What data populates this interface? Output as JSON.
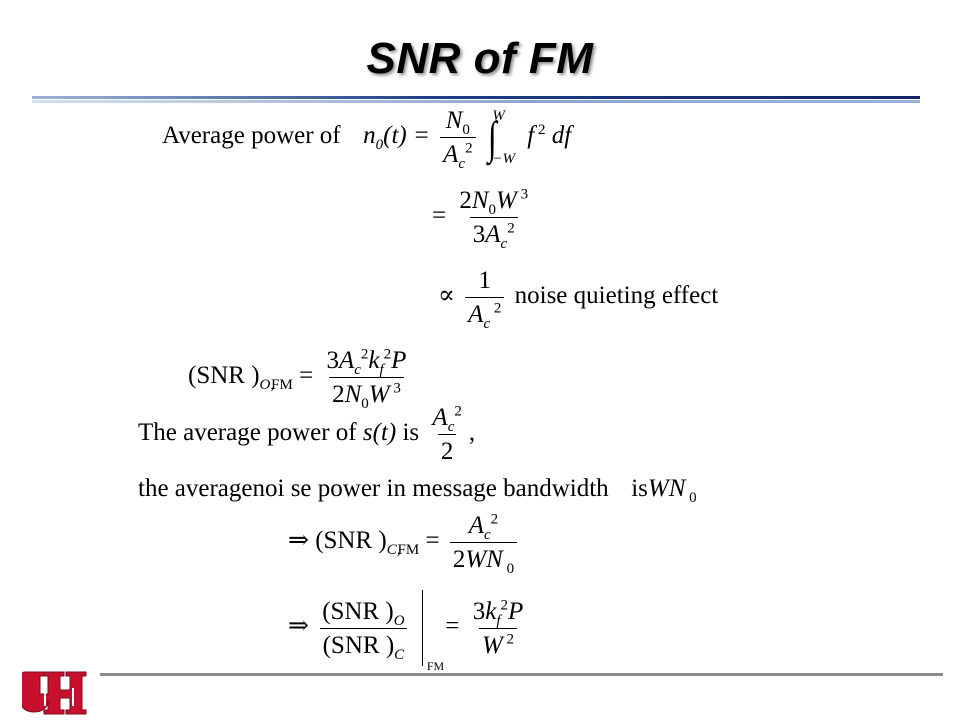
{
  "slide": {
    "title": "SNR of FM",
    "text": {
      "average_power_of": "Average  power  of",
      "n0t": "n",
      "df": "df",
      "noise_quieting": "noise quieting  effect",
      "snr": "(SNR )",
      "sub_ofm": "O,",
      "fm": "FM",
      "signal_power_line": "The average  power  of",
      "st": "s(t)",
      "is": "is",
      "noise_power_line": "the averagenoi se power in message  bandwidth",
      "is_wn0": "is",
      "sub_cfm": "C, FM",
      "sub_o": "O",
      "sub_c": "C",
      "bar_fm": "FM",
      "num_one": "1",
      "num_two": "2"
    }
  }
}
